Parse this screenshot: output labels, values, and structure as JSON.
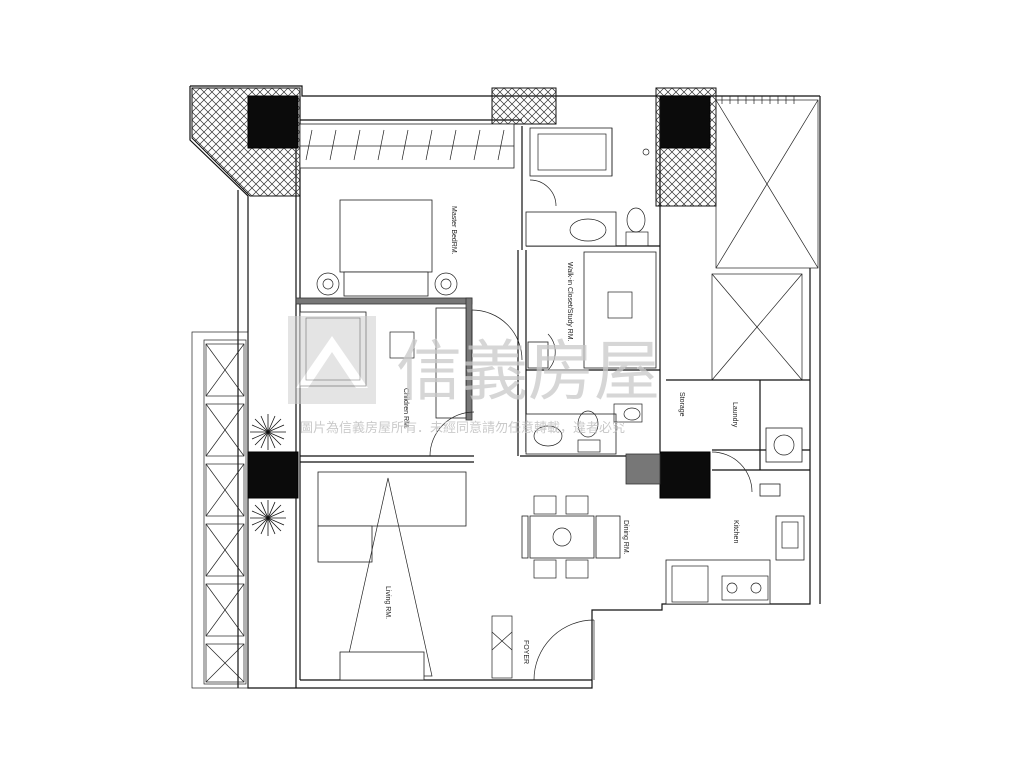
{
  "rooms": {
    "master_bedroom": "Master BedRM.",
    "walk_in_closet": "Walk-in Closet/Study RM.",
    "children_room": "Children RM.",
    "storage": "Storage",
    "laundry": "Laundry",
    "dining": "Dining RM.",
    "kitchen": "Kitchen",
    "living": "Living RM.",
    "foyer": "FOYER"
  },
  "watermark": {
    "brand": "信義房屋",
    "line": "圖片為信義房屋所有．未經同意請勿任意轉載，違者必究"
  },
  "colors": {
    "wall": "#111111",
    "column": "#0b0b0b",
    "watermark": "#c9c9c9"
  }
}
